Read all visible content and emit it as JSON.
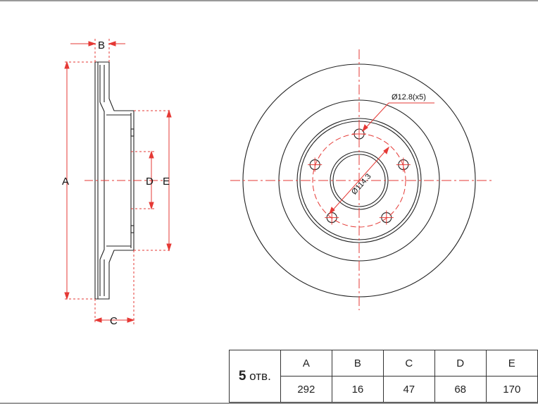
{
  "labels": {
    "A": "A",
    "B": "B",
    "C": "C",
    "D": "D",
    "E": "E",
    "hole_callout": "Ø12.8(x5)",
    "pcd": "Ø114.3"
  },
  "spec_table": {
    "holes_count": "5",
    "holes_suffix": "отв.",
    "headers": [
      "A",
      "B",
      "C",
      "D",
      "E"
    ],
    "values": [
      "292",
      "16",
      "47",
      "68",
      "170"
    ]
  },
  "colors": {
    "outline": "#222222",
    "centerline": "#e53935",
    "dimension": "#e53935"
  }
}
